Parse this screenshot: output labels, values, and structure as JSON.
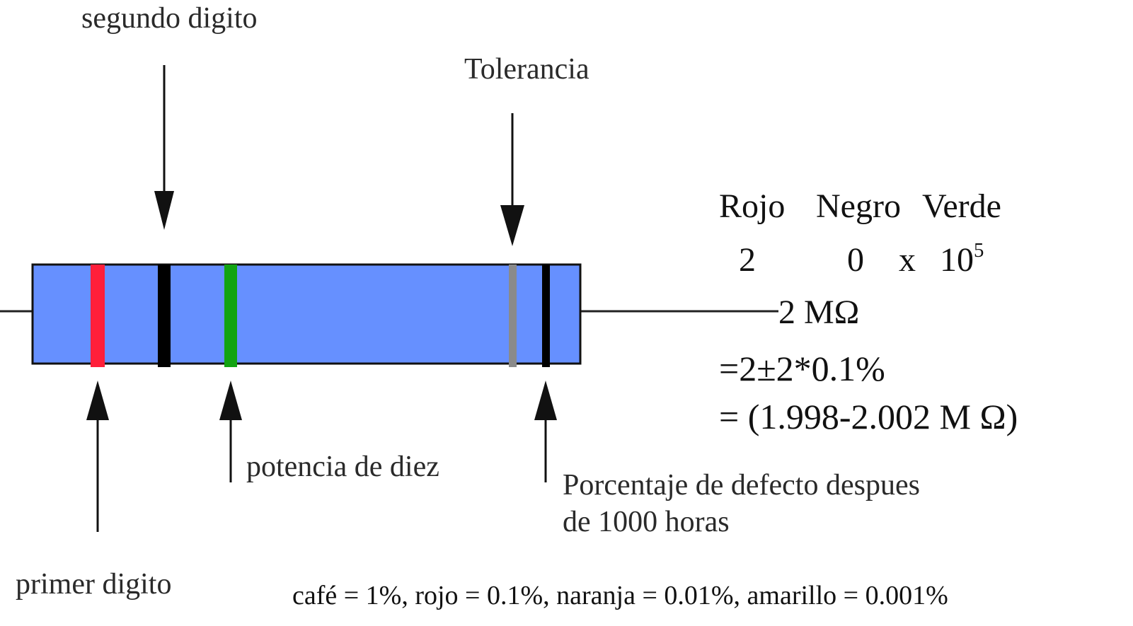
{
  "labels": {
    "segundo": "segundo digito",
    "tolerancia": "Tolerancia",
    "potencia": "potencia de diez",
    "porcentaje_line1": "Porcentaje de defecto despues",
    "porcentaje_line2": "de 1000 horas",
    "primer": "primer digito"
  },
  "bands": {
    "band1_color": "#ff1f3a",
    "band2_color": "#000000",
    "band3_color": "#12a312",
    "band4_color": "#8a8a8a",
    "band5_color": "#000000",
    "body_color": "#6690ff"
  },
  "calc": {
    "color1": "Rojo",
    "color2": "Negro",
    "color3": "Verde",
    "digit1": "2",
    "digit2": "0",
    "times": "x",
    "base": "10",
    "exponent": "5",
    "result": "2 MΩ",
    "line_tolerance": "=2±2*0.1%",
    "line_range": "= (1.998-2.002 M Ω)"
  },
  "legend": {
    "text": "café = 1%,  rojo = 0.1%,  naranja = 0.01%, amarillo = 0.001%"
  }
}
